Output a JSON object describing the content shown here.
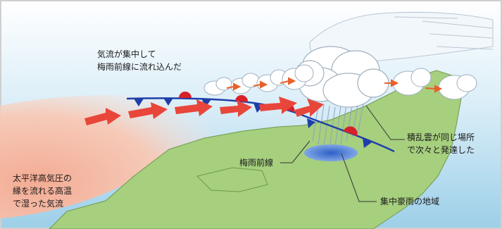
{
  "labels": {
    "airflow": [
      "気流が集中して",
      "梅雨前線に流れ込んだ"
    ],
    "pacific": [
      "太平洋高気圧の",
      "縁を流れる高温",
      "で湿った気流"
    ],
    "front": "梅雨前線",
    "cumulonimbus": [
      "積乱雲が同じ場所",
      "で次々と発達した"
    ],
    "rain_area": "集中豪雨の地域"
  },
  "colors": {
    "sea": "#a9d6ec",
    "land": "#a6cf7e",
    "warm_air": "#f6b8a4",
    "airflow_arrow": "#e8463a",
    "front_cold": "#1f3fa8",
    "front_warm": "#d8202a",
    "rain_area": "#3b6fd0",
    "cloud": "#ffffff",
    "label_line": "#333333"
  }
}
